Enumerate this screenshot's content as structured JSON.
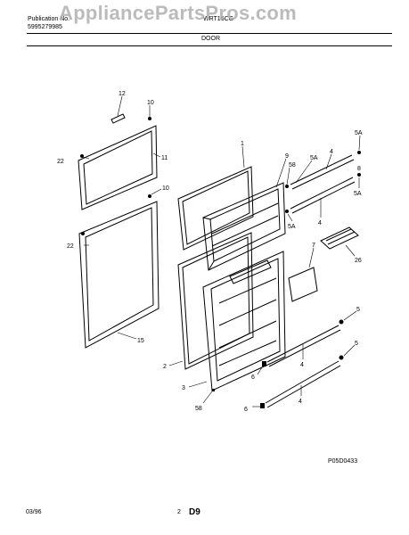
{
  "header": {
    "publication_label": "Publication No.",
    "publication_number": "5995279985",
    "model": "WRT16CG",
    "section": "DOOR"
  },
  "watermark": "AppliancePartsPros.com",
  "callouts": {
    "c12": "12",
    "c10a": "10",
    "c11": "11",
    "c22a": "22",
    "c10b": "10",
    "c22b": "22",
    "c15": "15",
    "c1": "1",
    "c9": "9",
    "c58a": "58",
    "c5Aa": "5A",
    "c4a": "4",
    "c5Ab": "5A",
    "c8": "8",
    "c5Ac": "5A",
    "c5Ad": "5A",
    "c4b": "4",
    "c7": "7",
    "c26": "26",
    "c2": "2",
    "c3": "3",
    "c58b": "58",
    "c5a": "5",
    "c6a": "6",
    "c4c": "4",
    "c5b": "5",
    "c6b": "6",
    "c4d": "4"
  },
  "figure_id": "P05D0433",
  "footer": {
    "date": "03/96",
    "page": "2",
    "code": "D9"
  }
}
